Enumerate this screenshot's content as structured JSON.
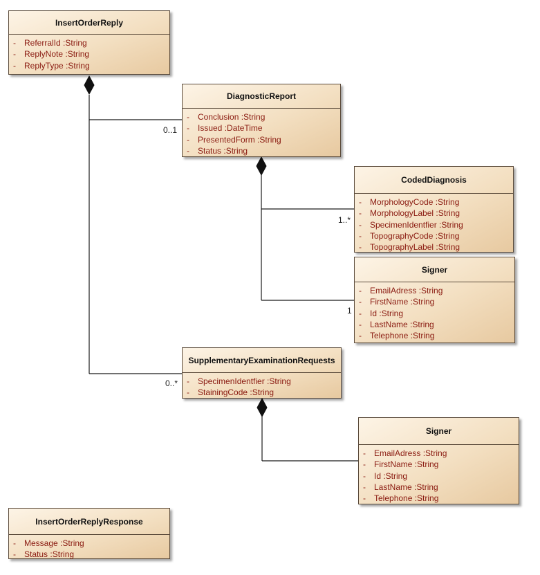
{
  "classes": {
    "insert_order_reply": {
      "name": "InsertOrderReply",
      "attributes": [
        {
          "vis": "-",
          "text": "ReferralId :String"
        },
        {
          "vis": "-",
          "text": "ReplyNote :String"
        },
        {
          "vis": "-",
          "text": "ReplyType :String"
        }
      ]
    },
    "diagnostic_report": {
      "name": "DiagnosticReport",
      "attributes": [
        {
          "vis": "-",
          "text": "Conclusion :String"
        },
        {
          "vis": "-",
          "text": "Issued :DateTime"
        },
        {
          "vis": "-",
          "text": "PresentedForm :String"
        },
        {
          "vis": "-",
          "text": "Status :String"
        }
      ]
    },
    "coded_diagnosis": {
      "name": "CodedDiagnosis",
      "attributes": [
        {
          "vis": "-",
          "text": "MorphologyCode :String"
        },
        {
          "vis": "-",
          "text": "MorphologyLabel :String"
        },
        {
          "vis": "-",
          "text": "SpecimenIdentfier :String"
        },
        {
          "vis": "-",
          "text": "TopographyCode :String"
        },
        {
          "vis": "-",
          "text": "TopographyLabel :String"
        }
      ]
    },
    "signer_report": {
      "name": "Signer",
      "attributes": [
        {
          "vis": "-",
          "text": "EmailAdress :String"
        },
        {
          "vis": "-",
          "text": "FirstName :String"
        },
        {
          "vis": "-",
          "text": "Id :String"
        },
        {
          "vis": "-",
          "text": "LastName :String"
        },
        {
          "vis": "-",
          "text": "Telephone :String"
        }
      ]
    },
    "supplementary_requests": {
      "name": "SupplementaryExaminationRequests",
      "attributes": [
        {
          "vis": "-",
          "text": "SpecimenIdentfier :String"
        },
        {
          "vis": "-",
          "text": "StainingCode :String"
        }
      ]
    },
    "signer_supplementary": {
      "name": "Signer",
      "attributes": [
        {
          "vis": "-",
          "text": "EmailAdress :String"
        },
        {
          "vis": "-",
          "text": "FirstName :String"
        },
        {
          "vis": "-",
          "text": "Id :String"
        },
        {
          "vis": "-",
          "text": "LastName :String"
        },
        {
          "vis": "-",
          "text": "Telephone :String"
        }
      ]
    },
    "insert_order_reply_response": {
      "name": "InsertOrderReplyResponse",
      "attributes": [
        {
          "vis": "-",
          "text": "Message :String"
        },
        {
          "vis": "-",
          "text": "Status :String"
        }
      ]
    }
  },
  "multiplicities": {
    "diagnostic_report": "0..1",
    "coded_diagnosis": "1..*",
    "signer_report": "1",
    "supplementary_requests": "0..*"
  }
}
